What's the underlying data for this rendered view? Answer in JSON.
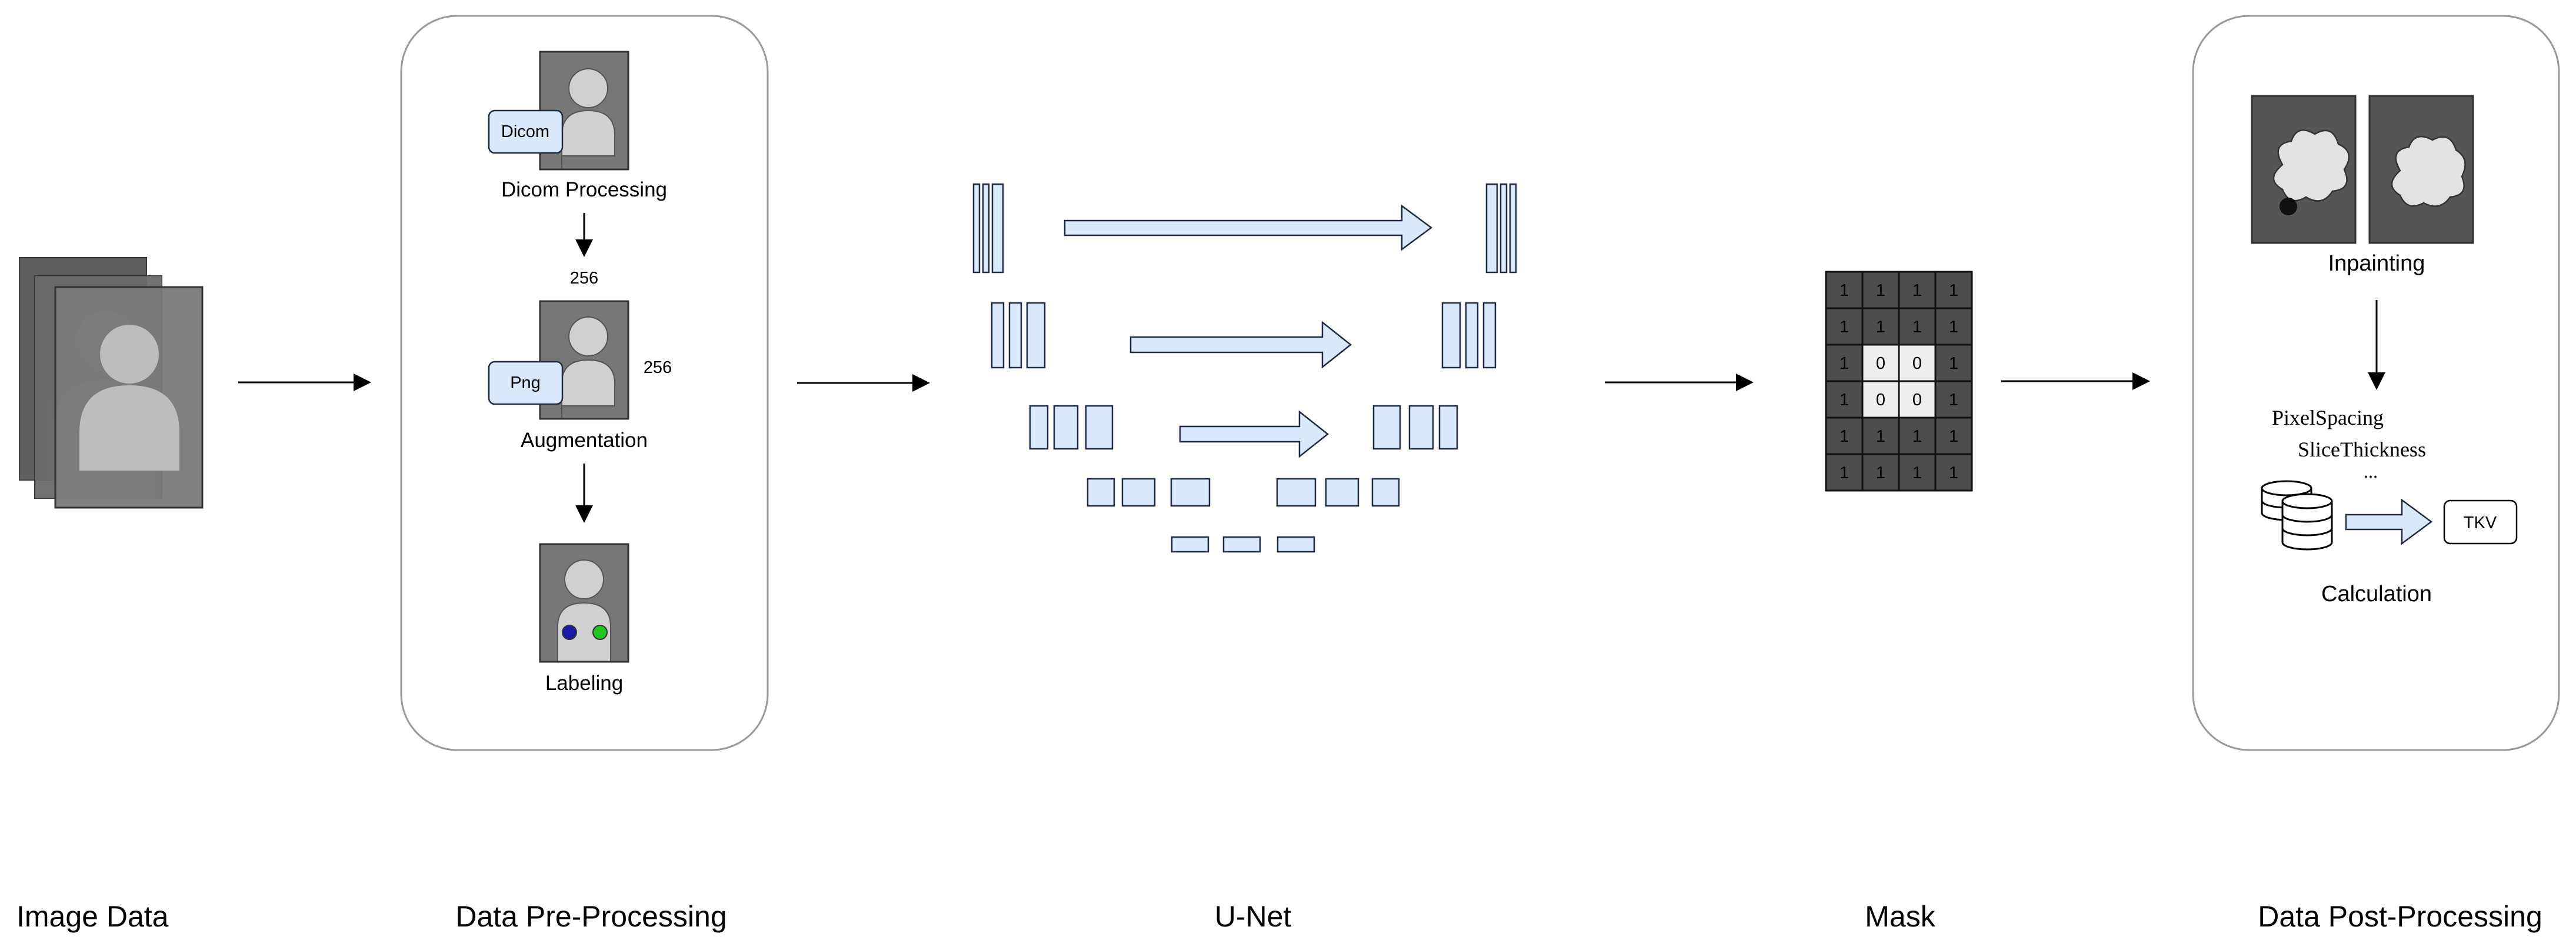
{
  "sections": {
    "image_data": "Image Data",
    "preprocessing": "Data Pre-Processing",
    "unet": "U-Net",
    "mask": "Mask",
    "postprocessing": "Data Post-Processing"
  },
  "preprocessing": {
    "dicom_badge": "Dicom",
    "dicom_label": "Dicom Processing",
    "size_top": "256",
    "size_side": "256",
    "png_badge": "Png",
    "augmentation_label": "Augmentation",
    "labeling_label": "Labeling"
  },
  "mask": {
    "grid": [
      [
        "1",
        "1",
        "1",
        "1"
      ],
      [
        "1",
        "1",
        "1",
        "1"
      ],
      [
        "1",
        "0",
        "0",
        "1"
      ],
      [
        "1",
        "0",
        "0",
        "1"
      ],
      [
        "1",
        "1",
        "1",
        "1"
      ],
      [
        "1",
        "1",
        "1",
        "1"
      ]
    ]
  },
  "postprocessing": {
    "inpainting_label": "Inpainting",
    "pixel_spacing": "PixelSpacing",
    "slice_thickness": "SliceThickness",
    "ellipsis": "...",
    "tkv": "TKV",
    "calculation_label": "Calculation"
  },
  "colors": {
    "accent_fill": "#dae8fc",
    "accent_stroke": "#1f2a44",
    "image_bg": "#666666",
    "mask_dark": "#4d4d4d",
    "mask_light": "#eeeeee",
    "label_blue": "#1a1aa8",
    "label_green": "#22c422"
  },
  "icons": [
    "person-silhouette-icon",
    "database-icon",
    "kidney-blob-icon",
    "arrow-icon",
    "block-arrow-icon"
  ]
}
